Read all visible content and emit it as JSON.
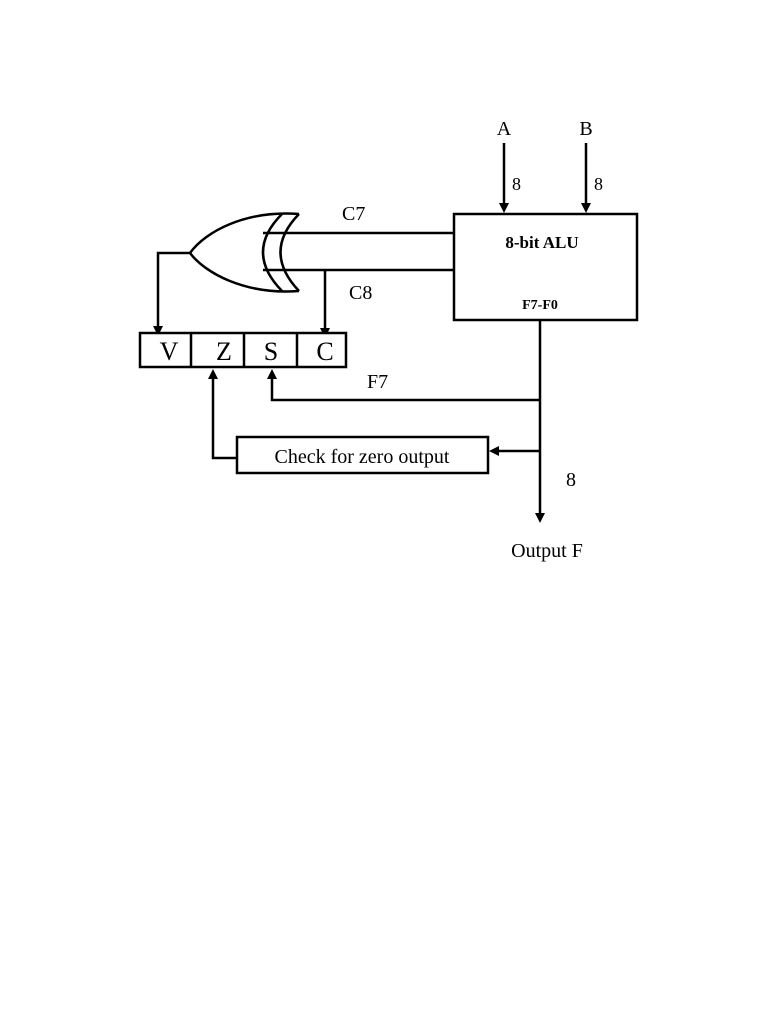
{
  "inputs": {
    "a_label": "A",
    "b_label": "B",
    "a_width": "8",
    "b_width": "8"
  },
  "alu": {
    "title": "8-bit ALU",
    "output_bits": "F7-F0"
  },
  "signals": {
    "c7": "C7",
    "c8": "C8",
    "f7": "F7",
    "output_width": "8"
  },
  "flags": [
    "V",
    "Z",
    "S",
    "C"
  ],
  "zero_check": {
    "label": "Check for zero output"
  },
  "output": {
    "label": "Output F"
  }
}
